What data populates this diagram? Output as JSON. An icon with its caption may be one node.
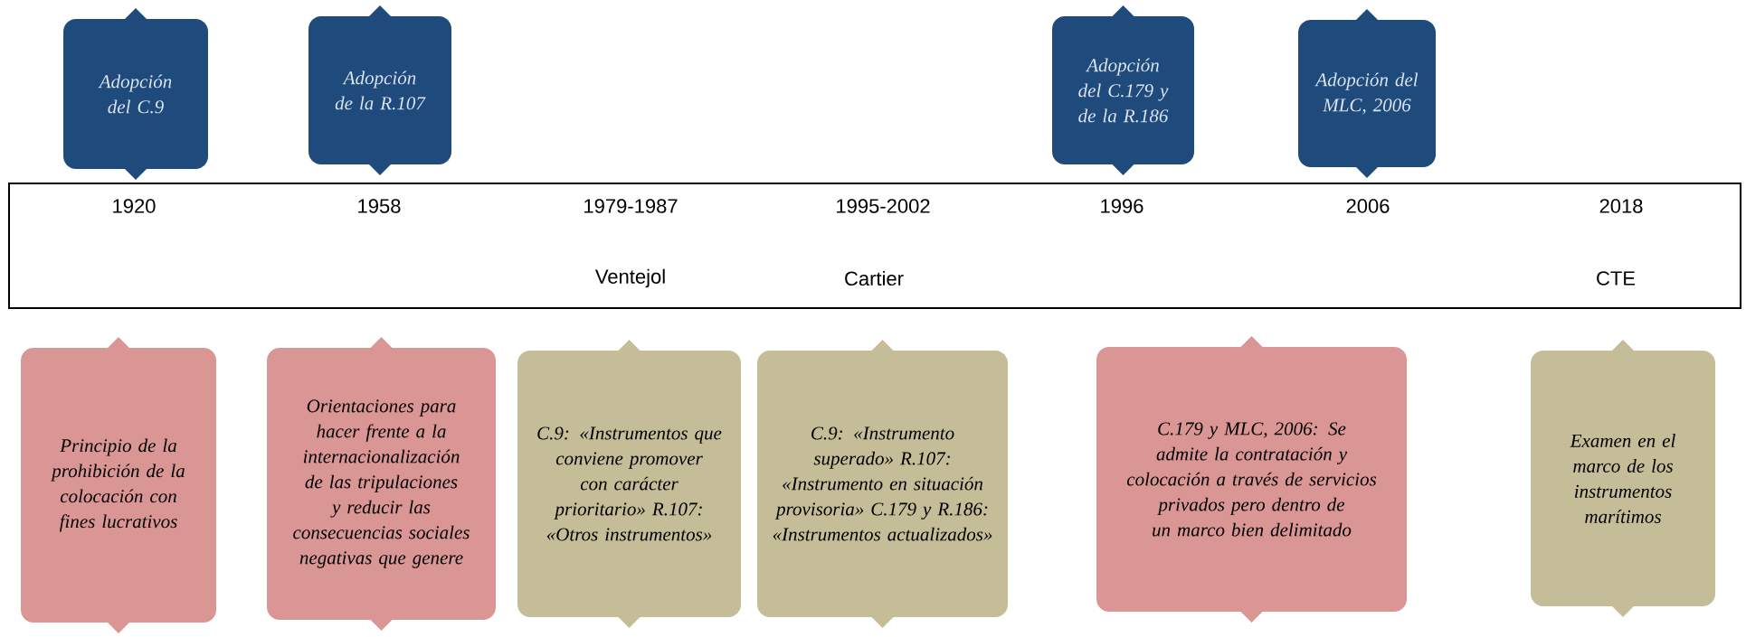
{
  "diagram": {
    "nodes": [
      {
        "text": [
          "Adopción del C.9"
        ]
      },
      {
        "text": [
          "Adopción de la R.107"
        ]
      },
      {
        "text": [
          "Adopción del C.179 y de la R.186"
        ]
      },
      {
        "text": [
          "Adopción del MLC, 2006"
        ]
      },
      {
        "text": [
          "Principio de la prohibición de la colocación con fines lucrativos"
        ]
      },
      {
        "text": [
          "Orientaciones para hacer frente a la internacionalización de las tripulaciones y reducir las consecuencias sociales negativas que genere"
        ]
      },
      {
        "text": [
          "C.9: «Instrumentos que conviene promover con carácter prioritario» R.107: «Otros instrumentos»"
        ]
      },
      {
        "text": [
          "C.9: «Instrumento superado» R.107: «Instrumento en situación provisoria» C.179 y R.186: «Instrumentos actualizados»"
        ]
      },
      {
        "text": [
          "C.179 y MLC, 2006: Se admite la contratación y colocación a través de servicios privados pero dentro de un marco bien delimitado"
        ]
      },
      {
        "text": [
          "Examen en el marco de los instrumentos marítimos"
        ]
      }
    ],
    "labels": [
      "1920",
      "1958",
      "1979-1987",
      "1995-2002",
      "1996",
      "2006",
      "2018",
      "Ventejol",
      "Cartier",
      "CTE"
    ]
  }
}
